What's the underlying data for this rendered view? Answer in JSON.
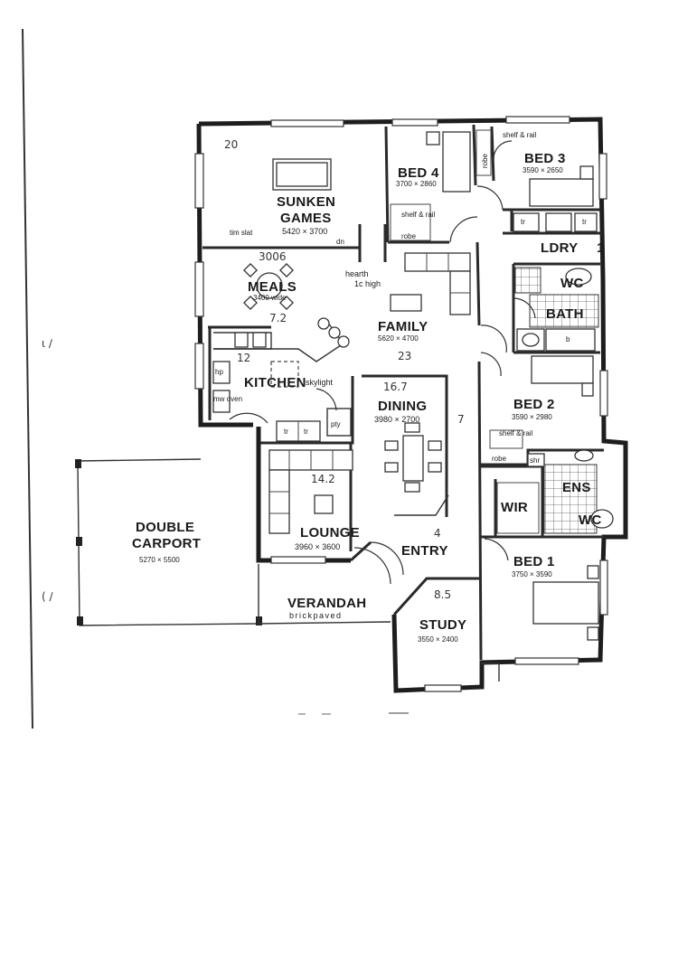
{
  "rooms": {
    "sunken_games": {
      "line1": "SUNKEN",
      "line2": "GAMES",
      "dim": "5420 × 3700"
    },
    "bed4": {
      "name": "BED 4",
      "dim": "3700 × 2860"
    },
    "bed3": {
      "name": "BED 3",
      "dim": "3590 × 2650"
    },
    "ldry": {
      "name": "LDRY"
    },
    "wc1": {
      "name": "WC"
    },
    "bath": {
      "name": "BATH"
    },
    "meals": {
      "name": "MEALS",
      "dim": "3400 wide"
    },
    "family": {
      "name": "FAMILY",
      "dim": "5620 × 4700"
    },
    "kitchen": {
      "name": "KITCHEN",
      "note": "skylight"
    },
    "dining": {
      "name": "DINING",
      "dim": "3980 × 2700"
    },
    "bed2": {
      "name": "BED 2",
      "dim": "3590 × 2980"
    },
    "wir": {
      "name": "WIR"
    },
    "ens": {
      "name": "ENS"
    },
    "wc2": {
      "name": "WC"
    },
    "lounge": {
      "name": "LOUNGE",
      "dim": "3960 × 3600"
    },
    "entry": {
      "name": "ENTRY"
    },
    "bed1": {
      "name": "BED 1",
      "dim": "3750 × 3590"
    },
    "double_carport": {
      "line1": "DOUBLE",
      "line2": "CARPORT",
      "dim": "5270 × 5500"
    },
    "verandah": {
      "name": "VERANDAH",
      "note": "brickpaved"
    },
    "study": {
      "name": "STUDY",
      "dim": "3550 × 2400"
    }
  },
  "labels": {
    "robe": "robe",
    "shelf_rail": "shelf & rail",
    "tr": "tr",
    "hp": "hp",
    "mw_oven": "mw oven",
    "pty": "pty",
    "shr": "shr",
    "b": "b",
    "dn": "dn",
    "tim_slat": "tim slat",
    "hearth": "hearth",
    "hearth_sub": "1c high",
    "one": "1"
  },
  "annotations": {
    "games": "20",
    "meals_top": "3006",
    "meals": "7.2",
    "family": "23",
    "kitchen": "12",
    "dining": "16.7",
    "dining_right": "7",
    "lounge": "14.2",
    "entry": "4",
    "study": "8.5"
  }
}
